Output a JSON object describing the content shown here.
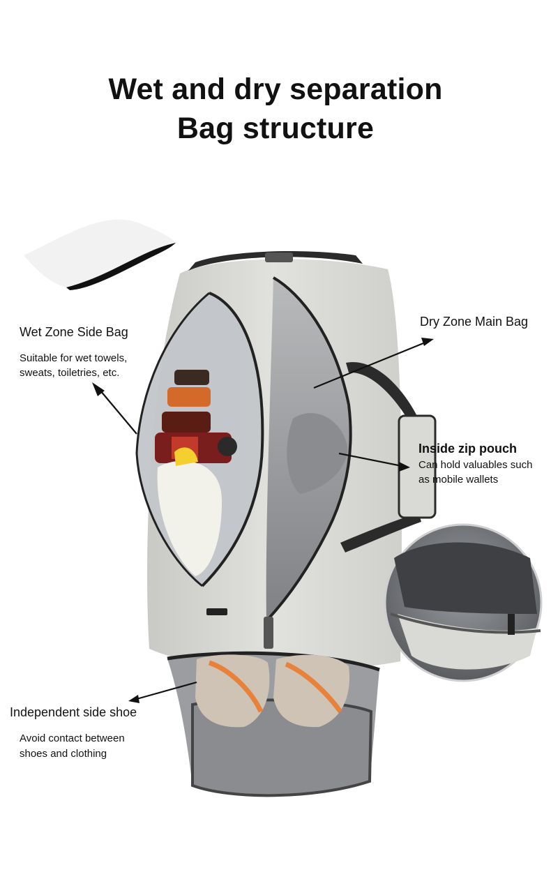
{
  "title": {
    "line1": "Wet and dry separation",
    "line2": "Bag structure"
  },
  "callouts": {
    "wet_zone": {
      "heading": "Wet Zone Side Bag",
      "desc_line1": "Suitable for wet towels,",
      "desc_line2": "sweats, toiletries, etc."
    },
    "dry_zone": {
      "heading": "Dry Zone Main Bag"
    },
    "zip_pouch": {
      "heading": "Inside zip pouch",
      "desc_line1": "Can hold valuables such",
      "desc_line2": "as mobile wallets"
    },
    "shoe": {
      "heading": "Independent side shoe",
      "desc_line1": "Avoid contact between",
      "desc_line2": "shoes and clothing"
    }
  },
  "colors": {
    "bag_fabric": "#d6d6d2",
    "lining": "#9a9c9e",
    "straps": "#2b2b2b",
    "shoe_accent": "#e8823a"
  }
}
